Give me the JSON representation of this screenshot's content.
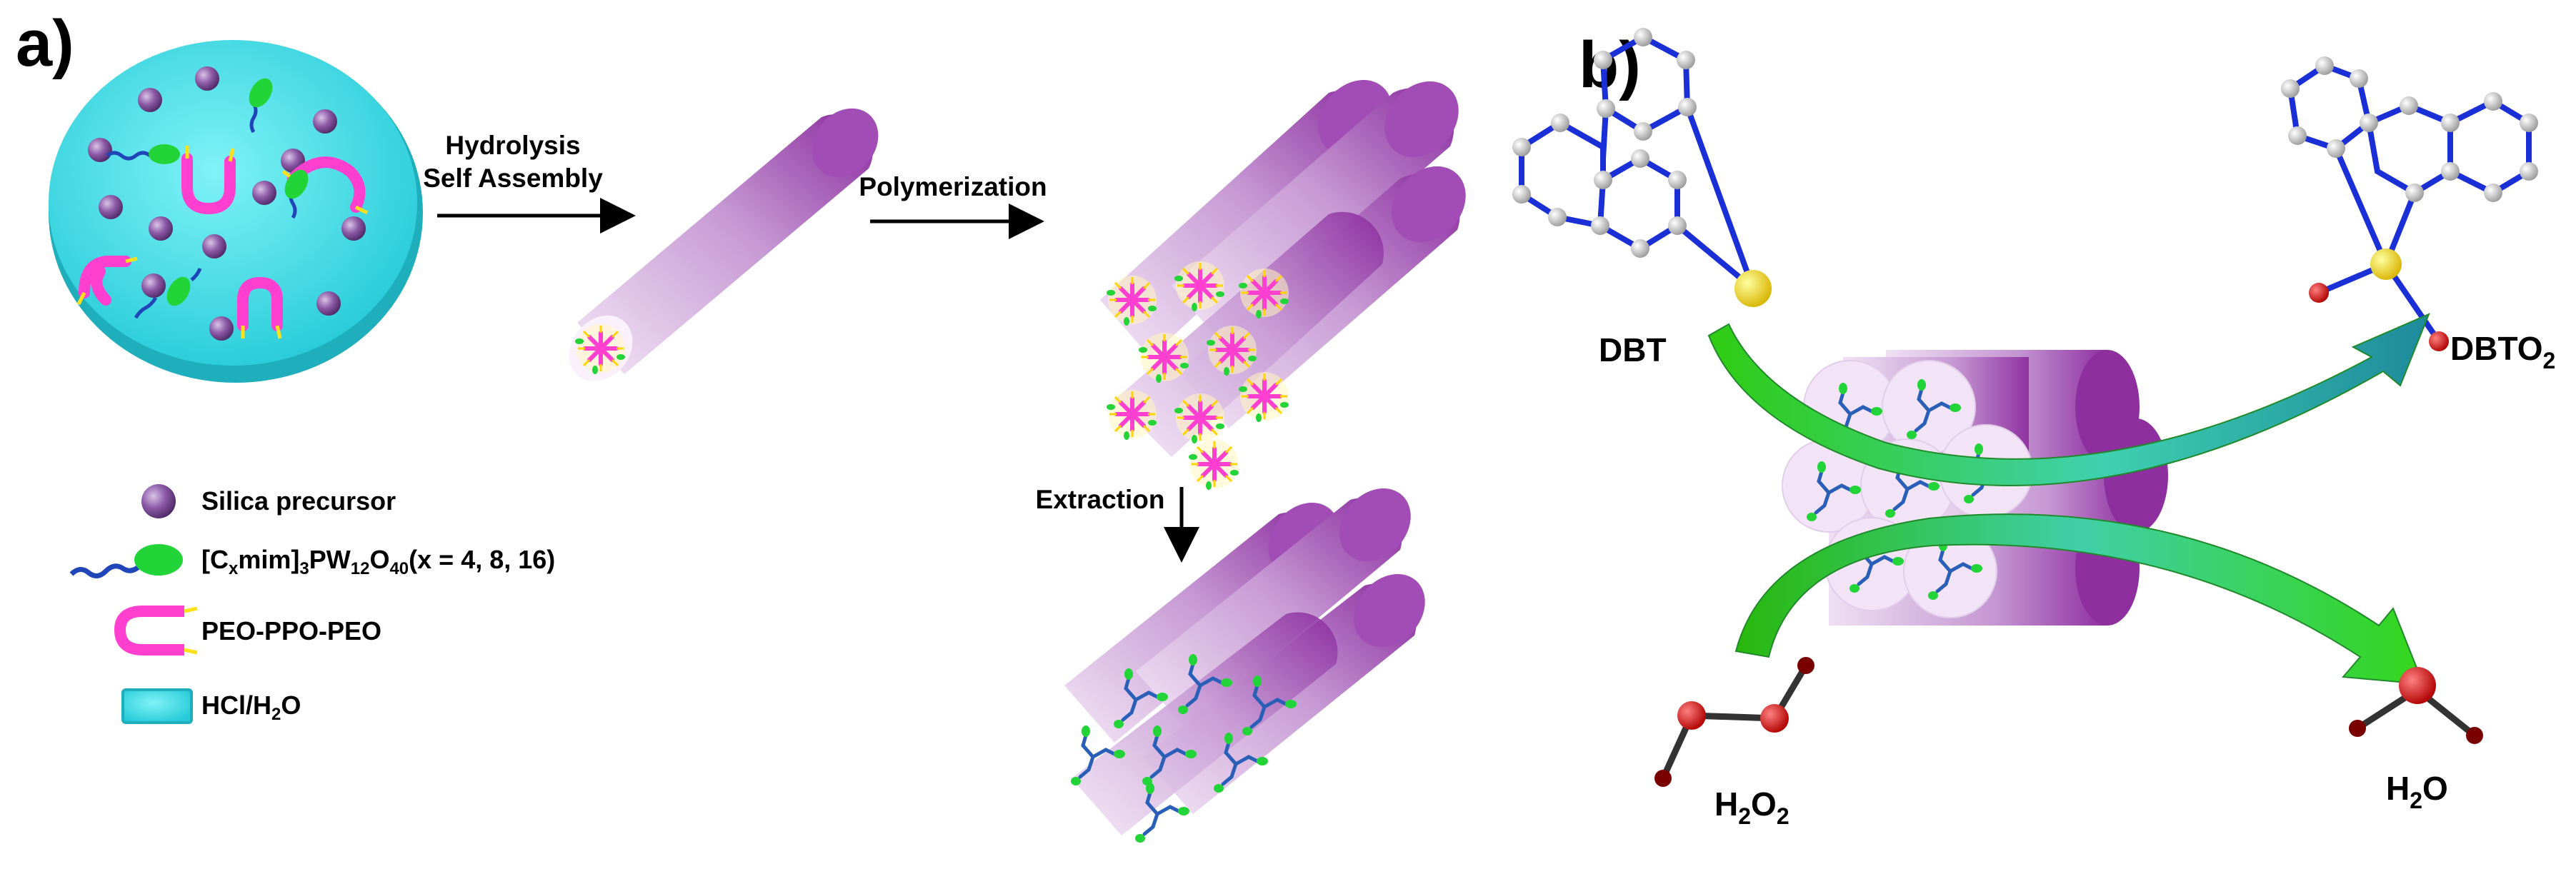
{
  "panels": {
    "a": {
      "label": "a)"
    },
    "b": {
      "label": "b)"
    }
  },
  "steps": {
    "hydrolysis": "Hydrolysis",
    "self_assembly": "Self Assembly",
    "polymerization": "Polymerization",
    "extraction": "Extraction"
  },
  "legend": [
    {
      "key": "silica",
      "icon": "purple-sphere-icon",
      "text": "Silica precursor"
    },
    {
      "key": "ionic-liquid",
      "icon": "blue-tail-green-head-icon",
      "text": "[C",
      "sub1": "x",
      "text2": "mim]",
      "sub2": "3",
      "text3": "PW",
      "sub3": "12",
      "text4": "O",
      "sub4": "40",
      "text5": "(x = 4, 8, 16)"
    },
    {
      "key": "copolymer",
      "icon": "magenta-u-shape-icon",
      "text": "PEO-PPO-PEO"
    },
    {
      "key": "acid",
      "icon": "cyan-block-icon",
      "text": "HCl/H",
      "sub1": "2",
      "text2": "O"
    }
  ],
  "molecules": {
    "dbt": "DBT",
    "dbto2": {
      "main": "DBTO",
      "sub": "2"
    },
    "h2o2": {
      "a": "H",
      "sub1": "2",
      "b": "O",
      "sub2": "2"
    },
    "h2o": {
      "a": "H",
      "sub1": "2",
      "b": "O"
    }
  },
  "colors": {
    "tube_dark": "#8e2fa0",
    "tube_light": "#efe0f3",
    "solution": "#3fe0ea",
    "sphere": "#7a4796",
    "pluronic": "#ff3fd0",
    "ionic_head": "#22d437",
    "ionic_tail": "#2045b8",
    "arrow_green": "#33d61a",
    "atom_carbon": "#cfcfcf",
    "atom_sulfur": "#ffe11a",
    "atom_oxygen": "#e00000",
    "bond_blue": "#1a2fd6"
  }
}
